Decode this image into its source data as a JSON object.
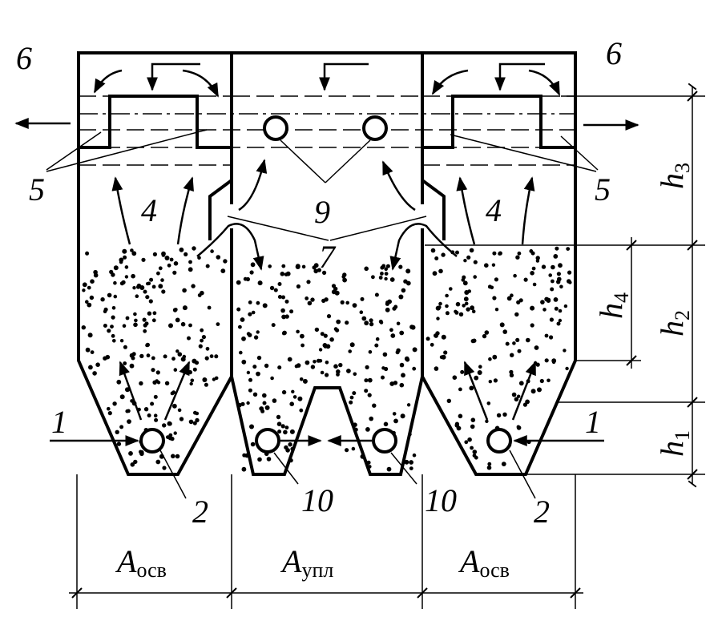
{
  "labels": {
    "outlet_left": "6",
    "outlet_right": "6",
    "flow_left": "4",
    "flow_right": "4",
    "collector_left": "5",
    "collector_right": "5",
    "collector_middle": "9",
    "windows": "7",
    "inlet_left": "1",
    "inlet_right": "1",
    "distributor_left": "2",
    "distributor_right": "2",
    "sludge_pipe_left": "10",
    "sludge_pipe_right": "10"
  },
  "dimensions": {
    "h1": {
      "base": "h",
      "sub": "1"
    },
    "h2": {
      "base": "h",
      "sub": "2"
    },
    "h3": {
      "base": "h",
      "sub": "3"
    },
    "h4": {
      "base": "h",
      "sub": "4"
    }
  },
  "areas": {
    "left": {
      "base": "A",
      "sub": "осв"
    },
    "middle": {
      "base": "A",
      "sub": "упл"
    },
    "right": {
      "base": "A",
      "sub": "осв"
    }
  },
  "style": {
    "stroke": "#000000",
    "background": "#ffffff"
  }
}
